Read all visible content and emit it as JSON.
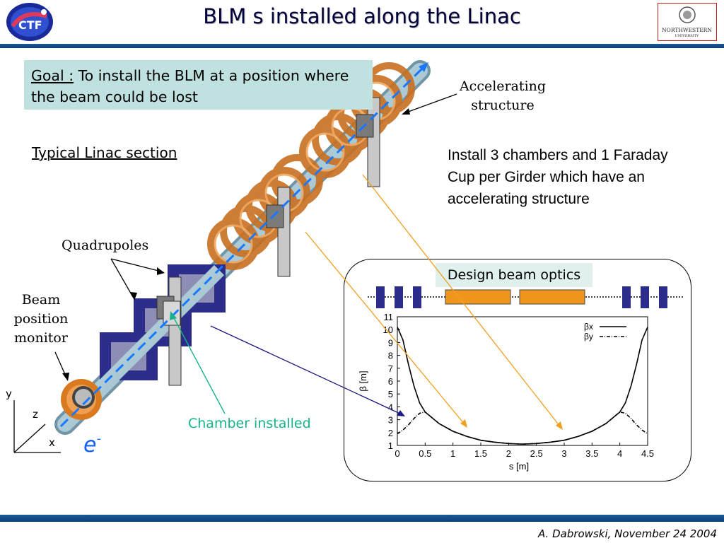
{
  "title": "BLM s installed along the Linac",
  "goal": {
    "label": "Goal :",
    "text": " To install the BLM at a position where the beam could be lost"
  },
  "typical_section": "Typical Linac section",
  "labels": {
    "accelerating_structure": "Accelerating structure",
    "install_note": "Install 3 chambers and 1 Faraday Cup per Girder which have an accelerating structure",
    "quadrupoles": "Quadrupoles",
    "beam_position_monitor": "Beam position monitor",
    "chamber_installed": "Chamber installed",
    "electron": "e",
    "electron_sup": "-",
    "axis_y": "y",
    "axis_z": "z",
    "axis_x": "x"
  },
  "optics": {
    "title": "Design beam optics"
  },
  "logos": {
    "right_name": "NORTHWESTERN",
    "right_sub": "UNIVERSITY"
  },
  "footer": "A. Dabrowski, November 24 2004",
  "colors": {
    "title": "#00003a",
    "bar": "#134f8c",
    "goal_bg": "#bfe2e0",
    "cavity": "#d9822b",
    "quad": "#2c2c8a",
    "chamber_label": "#17b38a",
    "beam_arrow": "#1a78ff",
    "orange_arrow": "#f0a020",
    "navy_arrow": "#1a1a80"
  },
  "chart_data": {
    "type": "line",
    "xlabel": "s [m]",
    "ylabel": "β [m]",
    "xlim": [
      0,
      4.5
    ],
    "ylim": [
      1,
      11
    ],
    "x_ticks": [
      "0",
      "0.5",
      "1",
      "1.5",
      "2",
      "2.5",
      "3",
      "3.5",
      "4",
      "4.5"
    ],
    "y_ticks": [
      "1",
      "2",
      "3",
      "4",
      "5",
      "6",
      "7",
      "8",
      "9",
      "10",
      "11"
    ],
    "series": [
      {
        "name": "βx",
        "style": "solid",
        "x": [
          0,
          0.1,
          0.2,
          0.3,
          0.4,
          0.5,
          0.75,
          1.0,
          1.25,
          1.5,
          1.75,
          2.0,
          2.25,
          2.5,
          2.75,
          3.0,
          3.25,
          3.5,
          3.75,
          4.0,
          4.1,
          4.2,
          4.3,
          4.4,
          4.5
        ],
        "y": [
          10.2,
          9.2,
          7.3,
          5.6,
          4.3,
          3.6,
          2.7,
          2.1,
          1.7,
          1.4,
          1.25,
          1.15,
          1.1,
          1.15,
          1.25,
          1.4,
          1.7,
          2.1,
          2.7,
          3.6,
          4.3,
          5.6,
          7.3,
          9.2,
          10.2
        ]
      },
      {
        "name": "βy",
        "style": "dash-dot",
        "x": [
          0,
          0.1,
          0.2,
          0.3,
          0.4,
          0.5,
          0.75,
          1.0,
          1.25,
          1.5,
          1.75,
          2.0,
          2.25,
          2.5,
          2.75,
          3.0,
          3.25,
          3.5,
          3.75,
          4.0,
          4.1,
          4.2,
          4.3,
          4.4,
          4.5
        ],
        "y": [
          1.9,
          2.2,
          2.6,
          3.1,
          3.5,
          3.6,
          2.7,
          2.1,
          1.7,
          1.4,
          1.25,
          1.15,
          1.1,
          1.15,
          1.25,
          1.4,
          1.7,
          2.1,
          2.7,
          3.6,
          3.5,
          3.1,
          2.6,
          2.2,
          1.9
        ]
      }
    ]
  }
}
